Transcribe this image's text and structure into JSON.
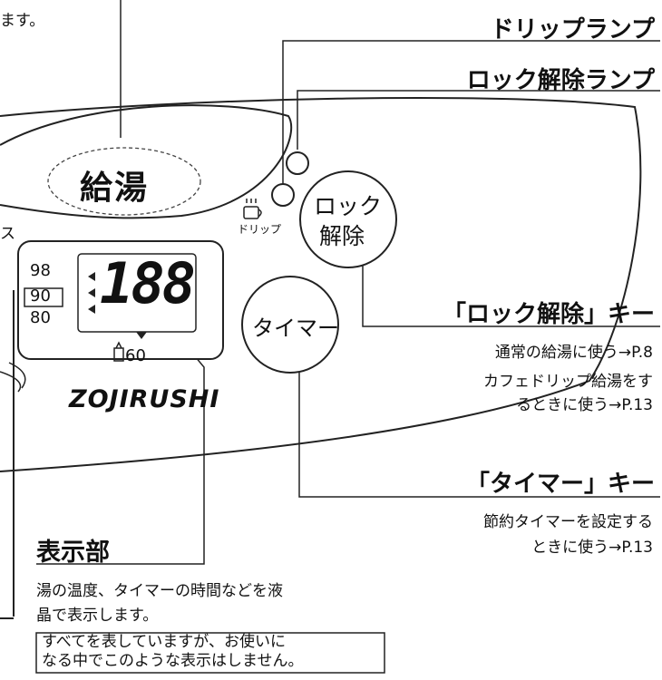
{
  "top_left_fragment": "ます。",
  "left_fragment": "ス",
  "callouts": {
    "drip_lamp": "ドリップランプ",
    "lock_release_lamp": "ロック解除ランプ",
    "lock_key_title": "「ロック解除」キー",
    "lock_key_desc_1": "通常の給湯に使う→P.8",
    "lock_key_desc_2a": "カフェドリップ給湯をす",
    "lock_key_desc_2b": "るときに使う→P.13",
    "timer_key_title": "「タイマー」キー",
    "timer_key_desc_1": "節約タイマーを設定する",
    "timer_key_desc_2": "ときに使う→P.13",
    "display_title": "表示部",
    "display_desc_1": "湯の温度、タイマーの時間などを液",
    "display_desc_2": "晶で表示します。",
    "note_1": "すべてを表していますが、お使いに",
    "note_2": "なる中でこのような表示はしません。"
  },
  "panel": {
    "dispense_button": "給湯",
    "drip_label": "ドリップ",
    "lock_button_1": "ロック",
    "lock_button_2": "解除",
    "timer_button": "タイマー",
    "temps": [
      "98",
      "90",
      "80"
    ],
    "digits": "188",
    "sub_value": "60",
    "brand": "ZOJIRUSHI"
  }
}
